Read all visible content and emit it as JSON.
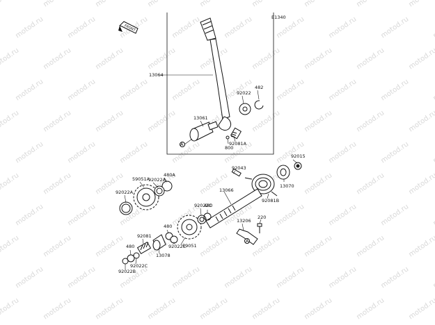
{
  "diagram_code": "E1340",
  "front_label": "FRONT",
  "watermark": "motod.ru",
  "labels": {
    "p13064": "13064",
    "p92022": "92022",
    "p482": "482",
    "p13061": "13061",
    "circleA_top": "A",
    "p92081A": "92081A",
    "p800": "800",
    "p92043": "92043",
    "p92015": "92015",
    "p13066": "13066",
    "p13070": "13070",
    "p92081B": "92081B",
    "p59051A": "59051A",
    "p480A": "480A",
    "p92022A_1": "92022A",
    "p92022A_2": "92022A",
    "p92022C_1": "92022C",
    "p480_1": "480",
    "p480_2": "480",
    "p92022C_2": "92022C",
    "p59051": "59051",
    "p92081": "92081",
    "p13078": "13078",
    "p480_3": "480",
    "p92022C_3": "92022C",
    "p92022B": "92022B",
    "p13206": "13206",
    "p220": "220",
    "circleA_bottom": "A"
  }
}
